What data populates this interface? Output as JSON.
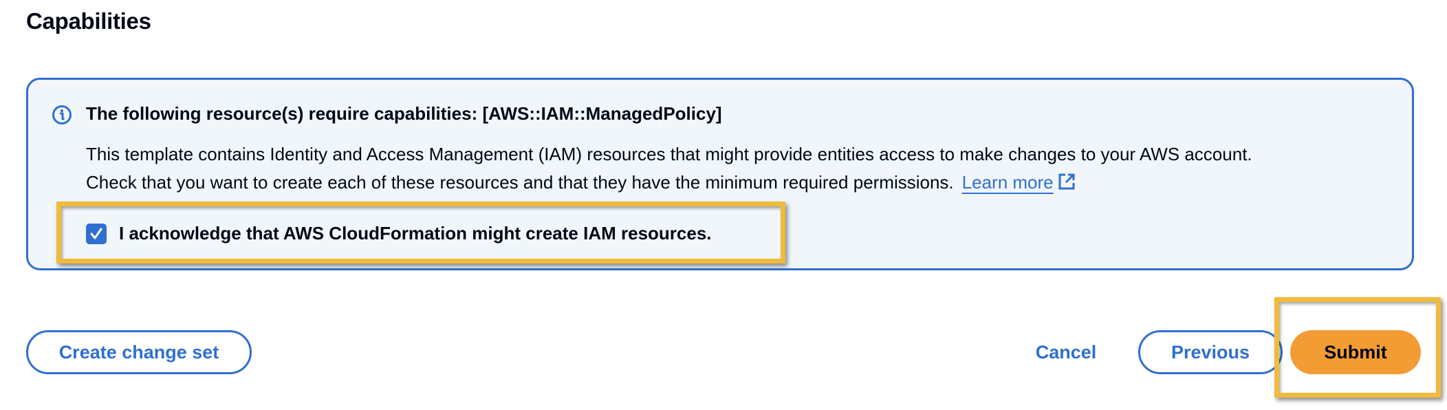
{
  "section": {
    "title": "Capabilities"
  },
  "alert": {
    "icon": "info-icon",
    "header": "The following resource(s) require capabilities: [AWS::IAM::ManagedPolicy]",
    "body_line1": "This template contains Identity and Access Management (IAM) resources that might provide entities access to make changes to your AWS account.",
    "body_line2": "Check that you want to create each of these resources and that they have the minimum required permissions.",
    "learn_more_label": "Learn more",
    "learn_more_icon": "external-link-icon"
  },
  "acknowledge": {
    "checked": true,
    "label": "I acknowledge that AWS CloudFormation might create IAM resources."
  },
  "actions": {
    "create_change_set_label": "Create change set",
    "cancel_label": "Cancel",
    "previous_label": "Previous",
    "submit_label": "Submit"
  },
  "colors": {
    "accent_blue": "#2f6fcf",
    "alert_background": "#f1f6fb",
    "primary_orange": "#f39c34",
    "highlight_yellow": "#f0bb3b",
    "text": "#000716"
  }
}
